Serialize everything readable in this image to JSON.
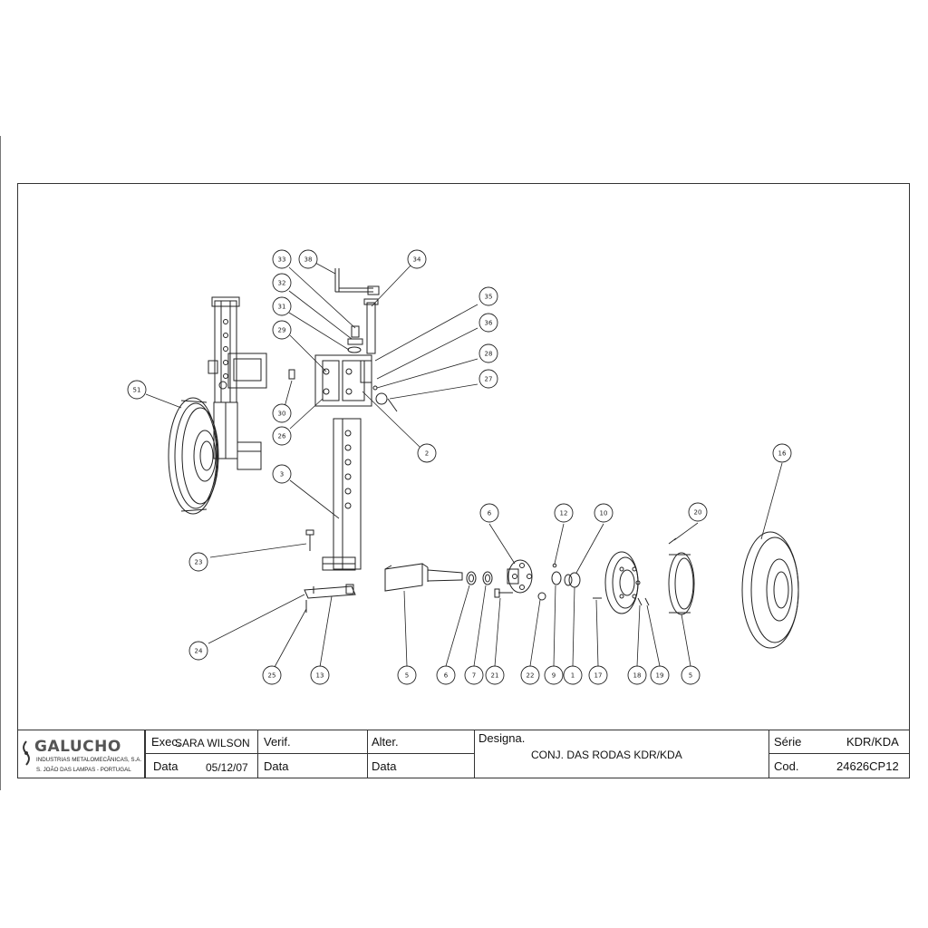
{
  "callouts": [
    {
      "label": "33"
    },
    {
      "label": "38"
    },
    {
      "label": "34"
    },
    {
      "label": "32"
    },
    {
      "label": "31"
    },
    {
      "label": "35"
    },
    {
      "label": "29"
    },
    {
      "label": "36"
    },
    {
      "label": "28"
    },
    {
      "label": "27"
    },
    {
      "label": "51"
    },
    {
      "label": "30"
    },
    {
      "label": "26"
    },
    {
      "label": "2"
    },
    {
      "label": "3"
    },
    {
      "label": "16"
    },
    {
      "label": "6"
    },
    {
      "label": "12"
    },
    {
      "label": "10"
    },
    {
      "label": "20"
    },
    {
      "label": "23"
    },
    {
      "label": "24"
    },
    {
      "label": "25"
    },
    {
      "label": "13"
    },
    {
      "label": "5"
    },
    {
      "label": "6"
    },
    {
      "label": "7"
    },
    {
      "label": "21"
    },
    {
      "label": "22"
    },
    {
      "label": "9"
    },
    {
      "label": "1"
    },
    {
      "label": "17"
    },
    {
      "label": "18"
    },
    {
      "label": "19"
    },
    {
      "label": "5"
    }
  ],
  "title_block": {
    "logo": {
      "name": "GALUCHO",
      "line1": "INDUSTRIAS METALOMECÂNICAS, S.A.",
      "line2": "S. JOÃO DAS LAMPAS - PORTUGAL"
    },
    "exec_label": "Exec.",
    "exec_value": "SARA WILSON",
    "data_label": "Data",
    "data_value": "05/12/07",
    "verif_label": "Verif.",
    "verif_data_label": "Data",
    "alter_label": "Alter.",
    "alter_data_label": "Data",
    "designa_label": "Designa.",
    "designa_value": "CONJ. DAS RODAS KDR/KDA",
    "serie_label": "Série",
    "serie_value": "KDR/KDA",
    "cod_label": "Cod.",
    "cod_value": "24626CP12"
  }
}
